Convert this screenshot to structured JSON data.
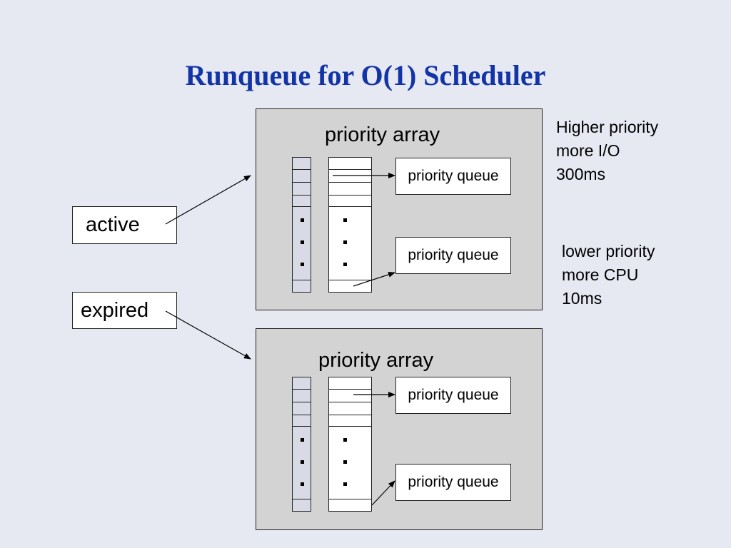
{
  "title": "Runqueue for O(1) Scheduler",
  "pointers": [
    {
      "label": "active"
    },
    {
      "label": "expired"
    }
  ],
  "arrays": [
    {
      "title": "priority array",
      "queues": [
        "priority queue",
        "priority queue"
      ]
    },
    {
      "title": "priority array",
      "queues": [
        "priority queue",
        "priority queue"
      ]
    }
  ],
  "notes": {
    "high": [
      "Higher priority",
      "more I/O",
      "300ms"
    ],
    "low": [
      "lower priority",
      "more CPU",
      "10ms"
    ]
  }
}
